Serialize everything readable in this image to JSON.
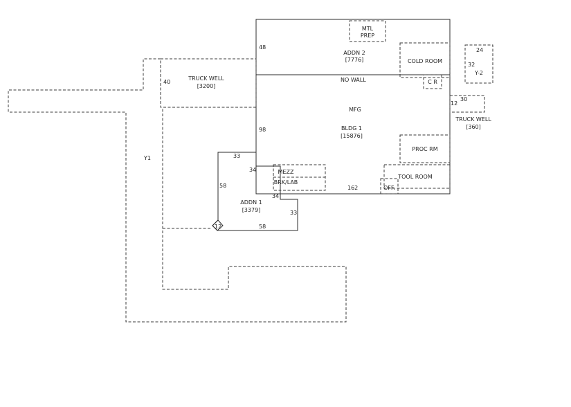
{
  "diagram": {
    "type": "floor-plan",
    "colors": {
      "line": "#2b2b2b",
      "background": "#ffffff"
    },
    "labels": {
      "mtl_1": "MTL",
      "mtl_2": "PREP",
      "dim_48": "48",
      "addn2_name": "ADDN 2",
      "addn2_area": "[7776]",
      "cold_room": "COLD ROOM",
      "dim_24": "24",
      "dim_32": "32",
      "y2": "Y-2",
      "dim_40": "40",
      "truck_well_l_name": "TRUCK WELL",
      "truck_well_l_area": "[3200]",
      "no_wall": "NO WALL",
      "cr": "C R",
      "dim_30": "30",
      "dim_12_r": "12",
      "mfg": "MFG",
      "truck_well_r_name": "TRUCK WELL",
      "truck_well_r_area": "[360]",
      "dim_98": "98",
      "bldg1_name": "BLDG 1",
      "bldg1_area": "[15876]",
      "proc_rm": "PROC RM",
      "y1": "Y1",
      "dim_33_t": "33",
      "dim_34_l": "34",
      "mezz": "MEZZ",
      "brk_lab": "BRK/LAB",
      "tool_room": "TOOL ROOM",
      "dim_58_l": "58",
      "dim_162": "162",
      "off": "OFF.",
      "dim_34_r": "34",
      "addn1_name": "ADDN 1",
      "addn1_area": "[3379]",
      "dim_33_r": "33",
      "dim_12_c": "12",
      "dim_58_b": "58"
    }
  }
}
